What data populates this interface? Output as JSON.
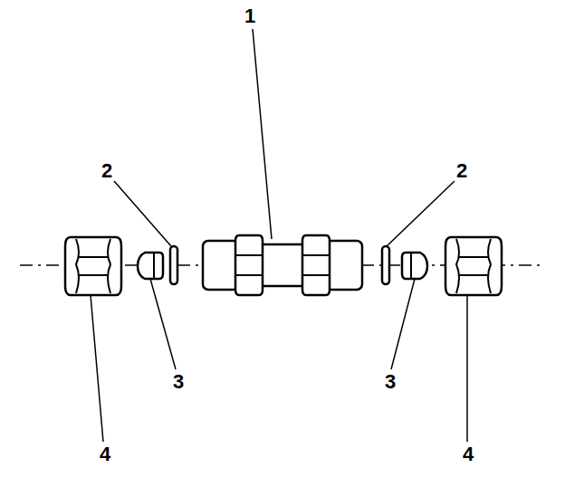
{
  "diagram": {
    "labels": [
      "1",
      "2",
      "2",
      "3",
      "3",
      "4",
      "4"
    ]
  }
}
